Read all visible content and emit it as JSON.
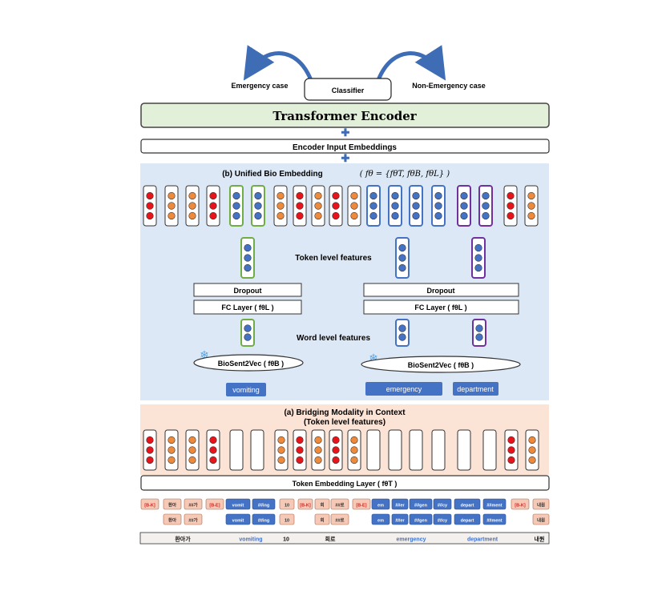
{
  "top": {
    "classifier": "Classifier",
    "emergency_case": "Emergency case",
    "non_emergency_case": "Non-Emergency case",
    "transformer_encoder": "Transformer Encoder",
    "encoder_input_embeddings": "Encoder Input Embeddings"
  },
  "bio_embedding": {
    "title": "(b) Unified Bio Embedding",
    "formula": "( fθ = {fθT, fθB, fθL} )",
    "token_features_label": "Token level features",
    "word_features_label": "Word level features",
    "dropout_label": "Dropout",
    "fc_layer_label": "FC Layer ( fθL )",
    "biosent2vec_label": "BioSent2Vec ( fθB )",
    "words": [
      "vomiting",
      "emergency",
      "department"
    ]
  },
  "bridging": {
    "title_line1": "(a) Bridging Modality in Context",
    "title_line2": "(Token level features)",
    "token_embedding_layer": "Token Embedding Layer ( fθT )"
  },
  "tokens": {
    "row1": [
      "[B-K]",
      "환아",
      "##가",
      "[B-E]",
      "vomit",
      "##ing",
      "10",
      "[B-K]",
      "회",
      "##로",
      "[B-E]",
      "em",
      "##er",
      "##gen",
      "##cy",
      "depart",
      "##ment",
      "[B-K]",
      "내원"
    ],
    "row2": [
      "환아",
      "##가",
      "vomit",
      "##ing",
      "10",
      "회",
      "##로",
      "em",
      "##er",
      "##gen",
      "##cy",
      "depart",
      "##ment",
      "내원"
    ],
    "bottom_words": [
      "환아가",
      "vomiting",
      "10",
      "회로",
      "emergency",
      "department",
      "내원"
    ]
  },
  "colors": {
    "red": "#e8141b",
    "orange": "#ee8a3c",
    "blue": "#4472c4",
    "green_border": "#70ad47",
    "blue_border": "#4472c4",
    "purple_border": "#7030a0",
    "encoder_fill": "#e2efd9",
    "bio_bg": "#dce8f5",
    "bridging_bg": "#fbe3d6",
    "token_salmon": "#f5c9b5"
  }
}
